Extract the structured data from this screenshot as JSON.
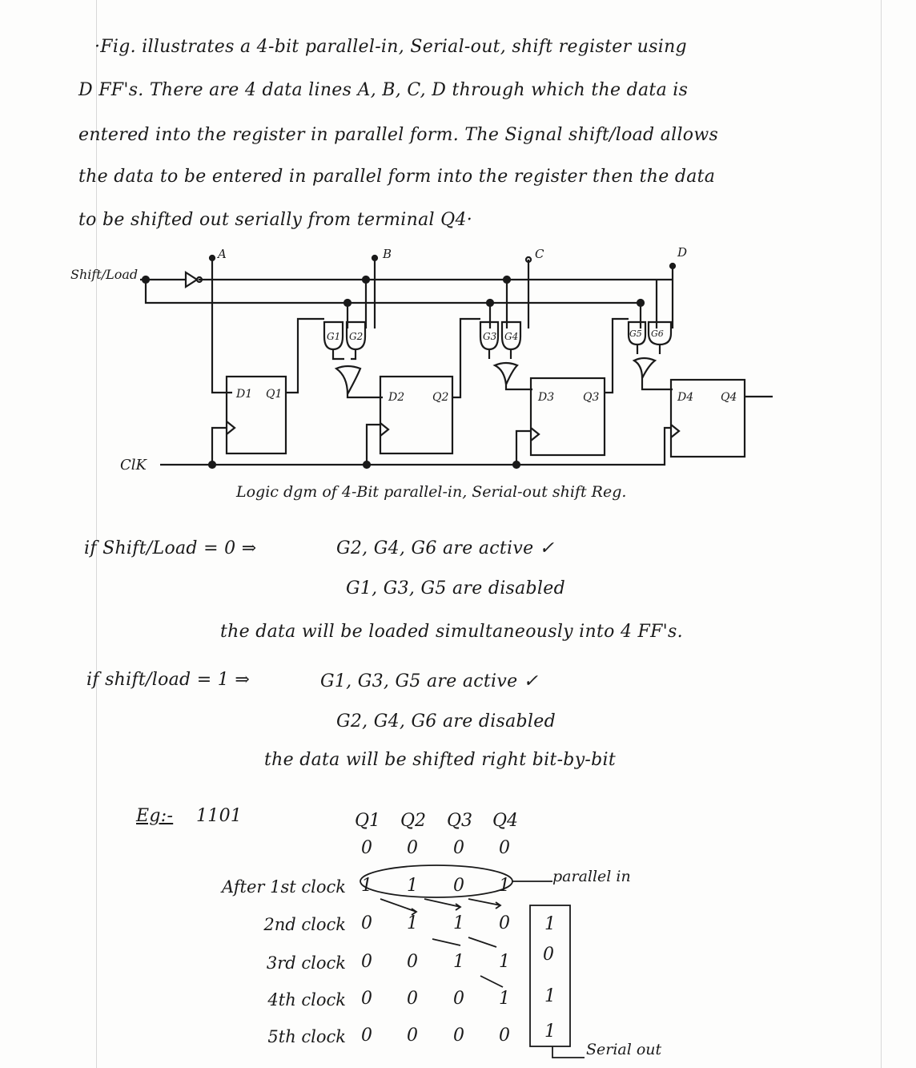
{
  "intro_lines": [
    "·Fig. illustrates a 4-bit parallel-in, Serial-out, shift register using",
    "D FF's. There are 4 data lines A, B, C, D through which the data is",
    "entered into the register in parallel form. The Signal shift/load allows",
    "the data to be entered in parallel form into the register then the data",
    "to be shifted out serially from terminal Q4·"
  ],
  "diagram": {
    "shift_load_label": "Shift/Load",
    "clk_label": "ClK",
    "inputs": [
      "A",
      "B",
      "C",
      "D"
    ],
    "flipflops": [
      {
        "d": "D1",
        "q": "Q1"
      },
      {
        "d": "D2",
        "q": "Q2"
      },
      {
        "d": "D3",
        "q": "Q3"
      },
      {
        "d": "D4",
        "q": "Q4"
      }
    ],
    "gates": [
      "G1",
      "G2",
      "G3",
      "G4",
      "G5",
      "G6"
    ],
    "caption": "Logic dgm of 4-Bit parallel-in, Serial-out shift Reg."
  },
  "conditions": [
    {
      "condition": "if Shift/Load = 0 ⇒",
      "active": "G2, G4, G6 are active ✓",
      "disabled": "G1, G3, G5 are disabled",
      "result": "the data will be loaded simultaneously into 4 FF's."
    },
    {
      "condition": "if shift/load = 1 ⇒",
      "active": "G1, G3, G5 are active ✓",
      "disabled": "G2, G4, G6 are disabled",
      "result": "the data will be shifted right bit-by-bit"
    }
  ],
  "example": {
    "label": "Eg:-",
    "value": "1101",
    "headers": [
      "Q1",
      "Q2",
      "Q3",
      "Q4"
    ],
    "rows": [
      {
        "label": "",
        "values": [
          "0",
          "0",
          "0",
          "0"
        ]
      },
      {
        "label": "After 1st clock",
        "values": [
          "1",
          "1",
          "0",
          "1"
        ]
      },
      {
        "label": "2nd clock",
        "values": [
          "0",
          "1",
          "1",
          "0"
        ]
      },
      {
        "label": "3rd clock",
        "values": [
          "0",
          "0",
          "1",
          "1"
        ]
      },
      {
        "label": "4th clock",
        "values": [
          "0",
          "0",
          "0",
          "1"
        ]
      },
      {
        "label": "5th clock",
        "values": [
          "0",
          "0",
          "0",
          "0"
        ]
      }
    ],
    "parallel_in_label": "parallel in",
    "serial_out_label": "Serial out",
    "serial_out_bits": [
      "1",
      "0",
      "1",
      "1"
    ]
  }
}
